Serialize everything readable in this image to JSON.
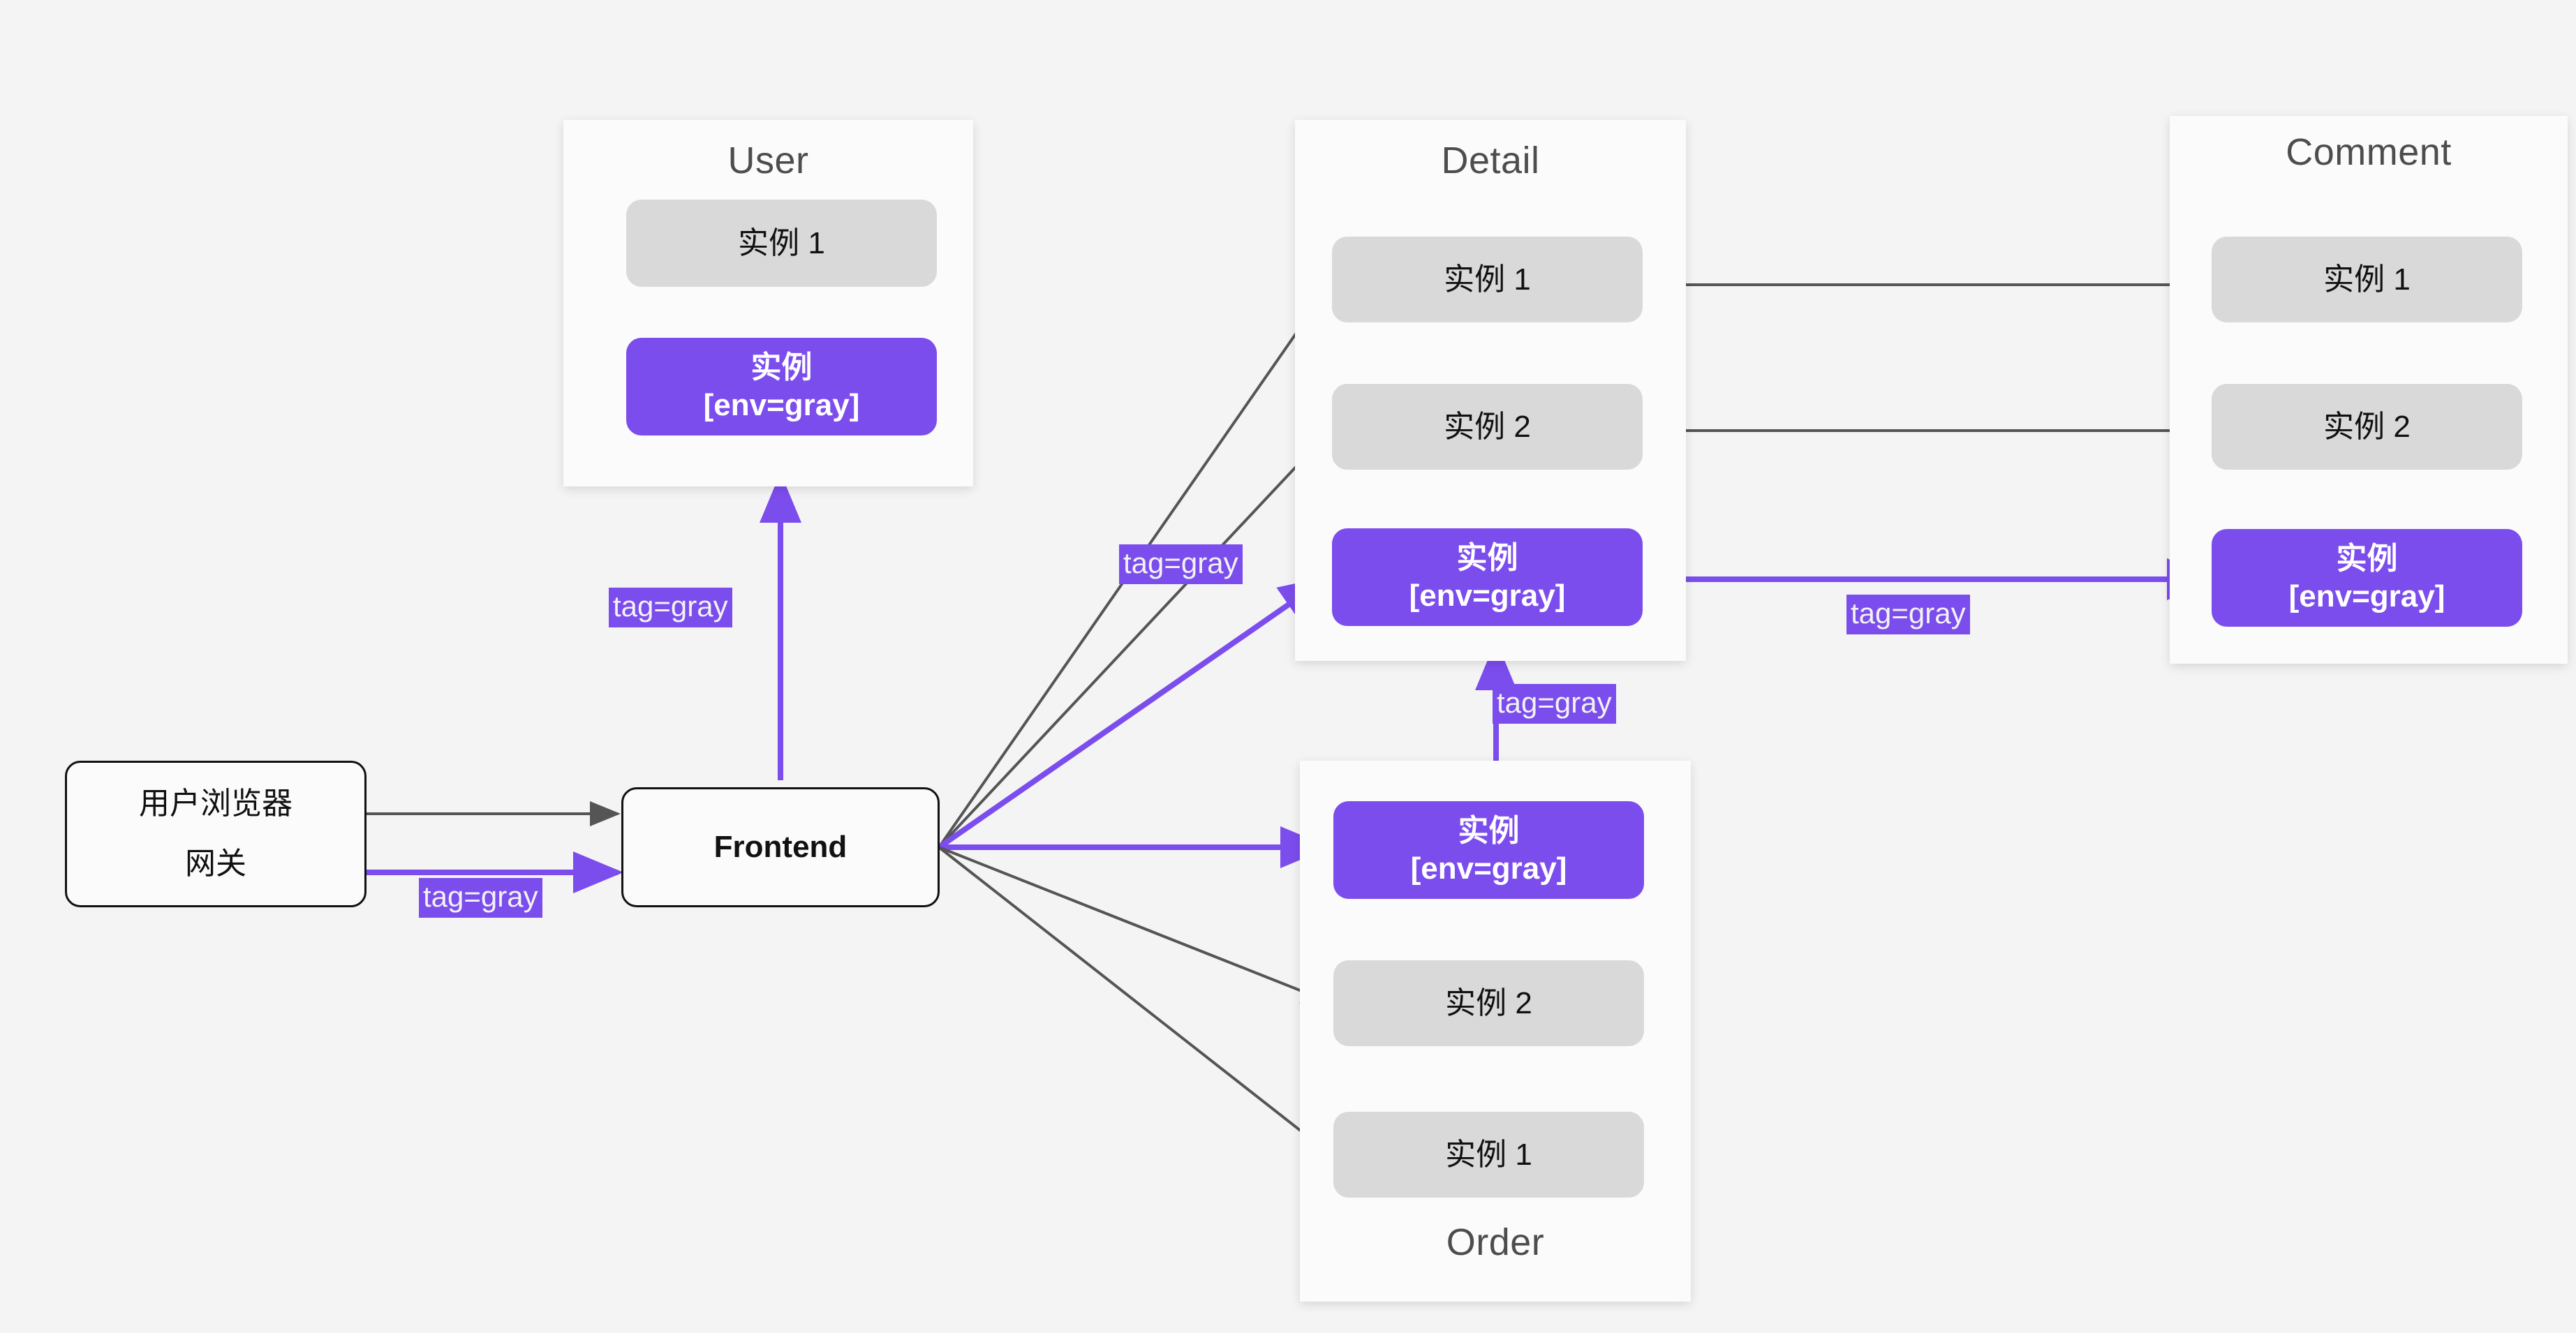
{
  "theme": {
    "page_background": "#f4f4f4",
    "group_background": "#fbfbfb",
    "instance_normal_bg": "#d9d9d9",
    "instance_gray_bg": "#7c4ded",
    "accent_purple": "#7c4ded",
    "edge_gray": "#555555",
    "node_border": "#111111",
    "title_color": "#4d4d4d"
  },
  "nodes": {
    "browser": {
      "line1": "用户浏览器",
      "line2": "网关"
    },
    "frontend": {
      "label": "Frontend"
    }
  },
  "groups": [
    {
      "id": "user",
      "title": "User",
      "title_position": "top",
      "instances": [
        {
          "label": "实例 1",
          "kind": "normal"
        },
        {
          "label": "实例\n[env=gray]",
          "kind": "gray"
        }
      ]
    },
    {
      "id": "detail",
      "title": "Detail",
      "title_position": "top",
      "instances": [
        {
          "label": "实例 1",
          "kind": "normal"
        },
        {
          "label": "实例 2",
          "kind": "normal"
        },
        {
          "label": "实例\n[env=gray]",
          "kind": "gray"
        }
      ]
    },
    {
      "id": "comment",
      "title": "Comment",
      "title_position": "top",
      "instances": [
        {
          "label": "实例 1",
          "kind": "normal"
        },
        {
          "label": "实例 2",
          "kind": "normal"
        },
        {
          "label": "实例\n[env=gray]",
          "kind": "gray"
        }
      ]
    },
    {
      "id": "order",
      "title": "Order",
      "title_position": "bottom",
      "instances": [
        {
          "label": "实例\n[env=gray]",
          "kind": "gray"
        },
        {
          "label": "实例 2",
          "kind": "normal"
        },
        {
          "label": "实例 1",
          "kind": "normal"
        }
      ]
    }
  ],
  "edge_labels": [
    {
      "id": "browser-frontend",
      "text": "tag=gray"
    },
    {
      "id": "frontend-user",
      "text": "tag=gray"
    },
    {
      "id": "frontend-detail",
      "text": "tag=gray"
    },
    {
      "id": "order-detail",
      "text": "tag=gray"
    },
    {
      "id": "detail-comment",
      "text": "tag=gray"
    }
  ]
}
